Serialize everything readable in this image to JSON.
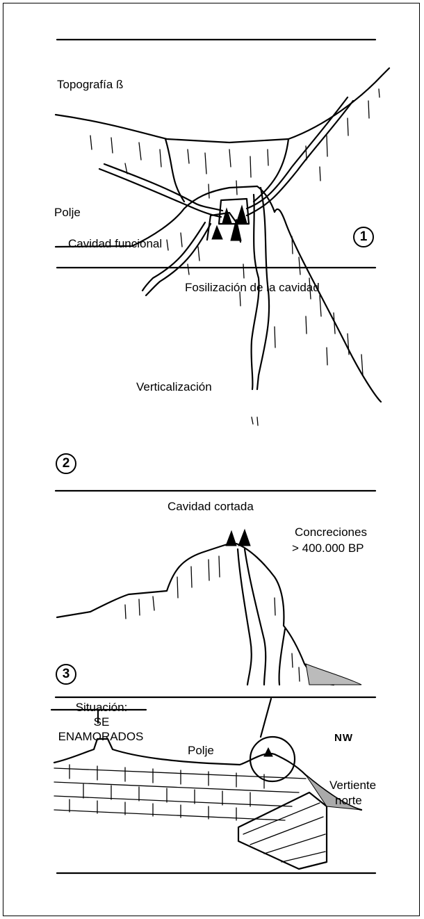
{
  "panels": {
    "p1": {
      "label_top": "Topografía ß",
      "label_bottom": "Cavidad funcional",
      "number": "1"
    },
    "p2": {
      "label_top": "Fosilización de la cavidad",
      "label_left": "Polje",
      "label_mid": "Verticalización",
      "number": "2"
    },
    "p3": {
      "label_top": "Cavidad cortada",
      "label_right_1": "Concreciones",
      "label_right_2": "> 400.000 BP",
      "number": "3"
    },
    "p4": {
      "situation_1": "Situación:",
      "situation_2": "SE",
      "situation_3": "ENAMORADOS",
      "orientation": "NW",
      "polje": "Polje",
      "slope_1": "Vertiente",
      "slope_2": "norte"
    }
  }
}
